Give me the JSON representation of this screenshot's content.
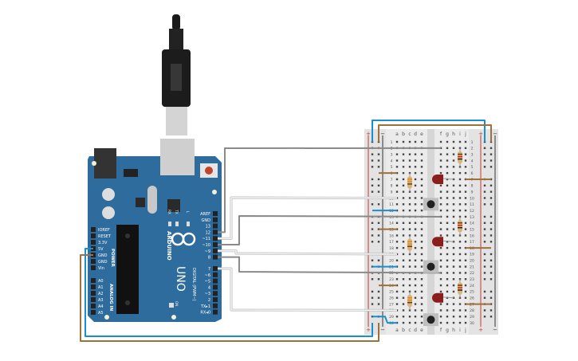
{
  "arduino": {
    "brand": "ARDUINO",
    "model": "UNO",
    "digital_label": "DIGITAL (PWM~)",
    "power_label": "POWER",
    "analog_label": "ANALOG IN",
    "on_label": "ON",
    "led_labels": [
      "RX",
      "TX",
      "L"
    ],
    "power_pins": [
      "IOREF",
      "RESET",
      "3.3V",
      "5V",
      "GND",
      "GND",
      "Vin"
    ],
    "analog_pins": [
      "A0",
      "A1",
      "A2",
      "A3",
      "A4",
      "A5"
    ],
    "digital_pins_top": [
      "AREF",
      "GND",
      "13",
      "12",
      "~11",
      "~10",
      "~9",
      "8"
    ],
    "digital_pins_bottom": [
      "7",
      "~6",
      "~5",
      "4",
      "~3",
      "2",
      "TX▸1",
      "RX◂0"
    ]
  },
  "breadboard": {
    "columns_left": [
      "a",
      "b",
      "c",
      "d",
      "e"
    ],
    "columns_right": [
      "f",
      "g",
      "h",
      "i",
      "j"
    ],
    "rows": 30,
    "rail_plus": "+",
    "rail_minus": "−"
  },
  "colors": {
    "board": "#2d6c9c",
    "wire_gray": "#8a8a8a",
    "wire_white": "#f2f2f2",
    "wire_blue": "#1a8fd0",
    "wire_brown": "#a0703c",
    "led_red": "#8c1d1d"
  }
}
